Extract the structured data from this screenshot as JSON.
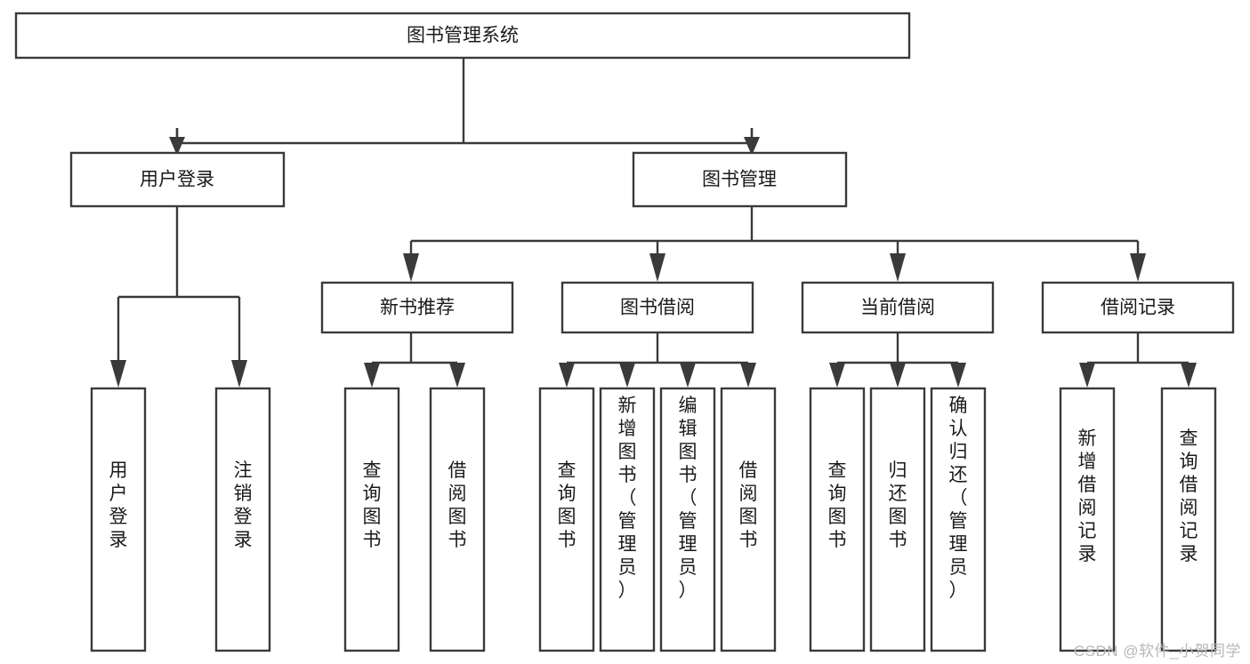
{
  "diagram": {
    "type": "tree-hierarchy",
    "title": "图书管理系统",
    "orientation": "top-down",
    "colors": {
      "box_fill": "#ffffff",
      "box_stroke": "#3a3a3a",
      "connector": "#3a3a3a",
      "text": "#1a1a1a",
      "background": "#ffffff",
      "watermark": "#b8b8b8"
    },
    "root": {
      "label": "图书管理系统",
      "name": "node-root-system"
    },
    "level2": [
      {
        "label": "用户登录",
        "name": "node-user-login"
      },
      {
        "label": "图书管理",
        "name": "node-book-management"
      }
    ],
    "level3": [
      {
        "label": "新书推荐",
        "name": "node-new-book-recommend"
      },
      {
        "label": "图书借阅",
        "name": "node-book-borrow"
      },
      {
        "label": "当前借阅",
        "name": "node-current-borrow"
      },
      {
        "label": "借阅记录",
        "name": "node-borrow-record"
      }
    ],
    "leaves": {
      "user_login": [
        {
          "label": "用户登录",
          "name": "leaf-user-login"
        },
        {
          "label": "注销登录",
          "name": "leaf-logout"
        }
      ],
      "new_book_recommend": [
        {
          "label": "查询图书",
          "name": "leaf-query-book-1"
        },
        {
          "label": "借阅图书",
          "name": "leaf-borrow-book-1"
        }
      ],
      "book_borrow": [
        {
          "label": "查询图书",
          "name": "leaf-query-book-2"
        },
        {
          "label": "新增图书（管理员）",
          "name": "leaf-add-book-admin"
        },
        {
          "label": "编辑图书（管理员）",
          "name": "leaf-edit-book-admin"
        },
        {
          "label": "借阅图书",
          "name": "leaf-borrow-book-2"
        }
      ],
      "current_borrow": [
        {
          "label": "查询图书",
          "name": "leaf-query-book-3"
        },
        {
          "label": "归还图书",
          "name": "leaf-return-book"
        },
        {
          "label": "确认归还（管理员）",
          "name": "leaf-confirm-return-admin"
        }
      ],
      "borrow_record": [
        {
          "label": "新增借阅记录",
          "name": "leaf-add-borrow-record"
        },
        {
          "label": "查询借阅记录",
          "name": "leaf-query-borrow-record"
        }
      ]
    },
    "watermark": "CSDN @软件_小贺同学"
  }
}
